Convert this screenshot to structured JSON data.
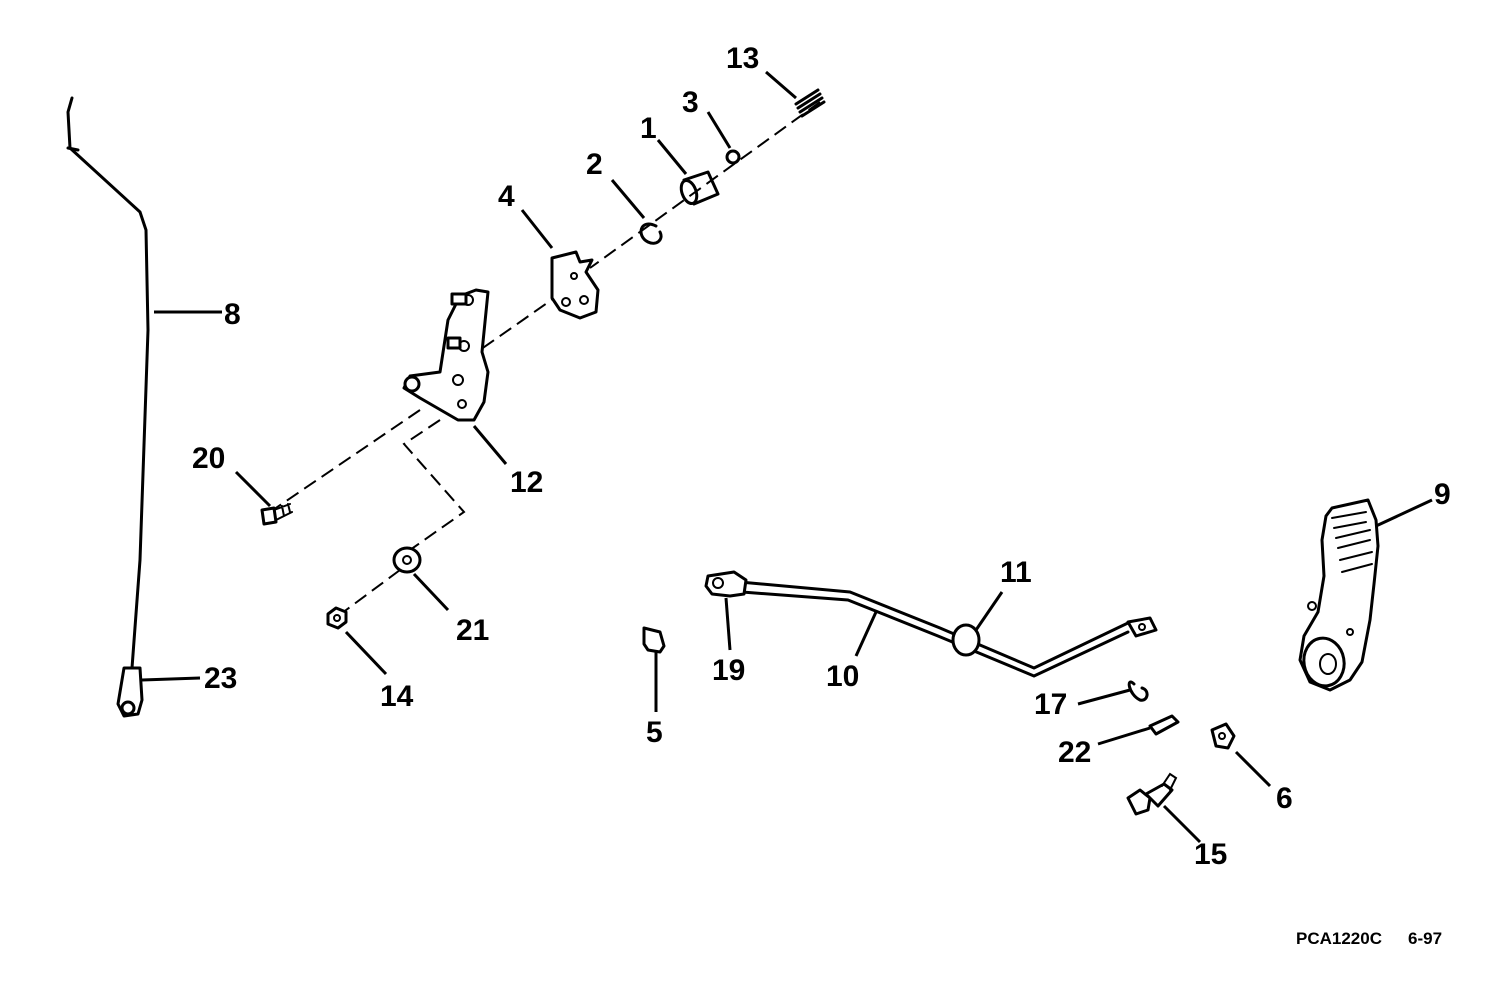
{
  "callouts": {
    "c1": "1",
    "c2": "2",
    "c3": "3",
    "c4": "4",
    "c5": "5",
    "c6": "6",
    "c8": "8",
    "c9": "9",
    "c10": "10",
    "c11": "11",
    "c12": "12",
    "c13": "13",
    "c14": "14",
    "c15": "15",
    "c17": "17",
    "c19": "19",
    "c20": "20",
    "c21": "21",
    "c22": "22",
    "c23": "23"
  },
  "footer": {
    "part_code": "PCA1220C",
    "date": "6-97"
  }
}
